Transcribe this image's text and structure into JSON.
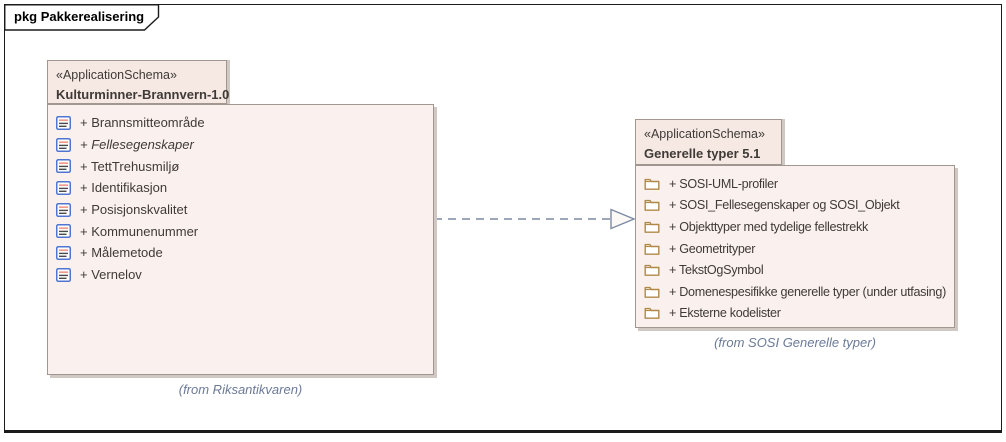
{
  "frame": {
    "label": "pkg Pakkerealisering"
  },
  "colors": {
    "package_fill": "#faf1ee",
    "package_tab_fill": "#f6e9e4",
    "package_border": "#a29690",
    "shadow": "#cfc8c3",
    "connector": "#7d8aa3",
    "note_text": "#6b7a97",
    "text": "#3f3a36",
    "folder_icon": "#b08948",
    "class_icon_border": "#4f74d2",
    "class_icon_bar": "#ef9a8b"
  },
  "packages": [
    {
      "stereotype": "«ApplicationSchema»",
      "name": "Kulturminner-Brannvern-1.0",
      "icon": "class-icon",
      "from_note": "(from Riksantikvaren)",
      "items": [
        {
          "label": "+ Brannsmitteområde",
          "italic": false
        },
        {
          "label": "+ Fellesegenskaper",
          "italic": true
        },
        {
          "label": "+ TettTrehusmiljø",
          "italic": false
        },
        {
          "label": "+ Identifikasjon",
          "italic": false
        },
        {
          "label": "+ Posisjonskvalitet",
          "italic": false
        },
        {
          "label": "+ Kommunenummer",
          "italic": false
        },
        {
          "label": "+ Målemetode",
          "italic": false
        },
        {
          "label": "+ Vernelov",
          "italic": false
        }
      ]
    },
    {
      "stereotype": "«ApplicationSchema»",
      "name": "Generelle typer 5.1",
      "icon": "folder-icon",
      "from_note": "(from SOSI Generelle typer)",
      "items": [
        {
          "label": "+ SOSI-UML-profiler",
          "italic": false
        },
        {
          "label": "+ SOSI_Fellesegenskaper og SOSI_Objekt",
          "italic": false
        },
        {
          "label": "+ Objekttyper med tydelige fellestrekk",
          "italic": false
        },
        {
          "label": "+ Geometrityper",
          "italic": false
        },
        {
          "label": "+ TekstOgSymbol",
          "italic": false
        },
        {
          "label": "+ Domenespesifikke generelle typer (under utfasing)",
          "italic": false
        },
        {
          "label": "+ Eksterne kodelister",
          "italic": false
        }
      ]
    }
  ],
  "connector": {
    "type": "realization",
    "line": "dashed",
    "direction": "left-to-right"
  }
}
